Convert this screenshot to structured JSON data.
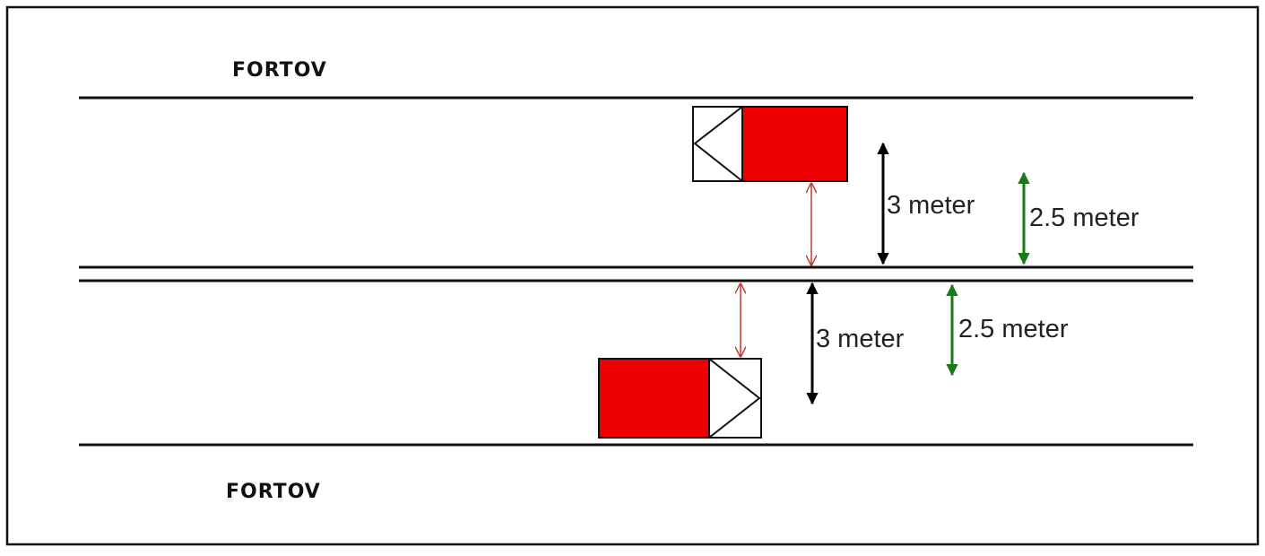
{
  "labels": {
    "sidewalk_top": "FORTOV",
    "sidewalk_bottom": "FORTOV"
  },
  "dimensions": {
    "upper_lane_black": "3 meter",
    "upper_lane_green": "2.5 meter",
    "lower_lane_black": "3 meter",
    "lower_lane_green": "2.5 meter"
  },
  "colors": {
    "vehicle_body": "#ee0000",
    "black_arrow": "#000000",
    "green_arrow": "#1a7a1a",
    "red_arrow": "#c0392b",
    "road_line": "#111111"
  },
  "vehicles": [
    {
      "direction": "left",
      "lane": "upper"
    },
    {
      "direction": "right",
      "lane": "lower"
    }
  ]
}
